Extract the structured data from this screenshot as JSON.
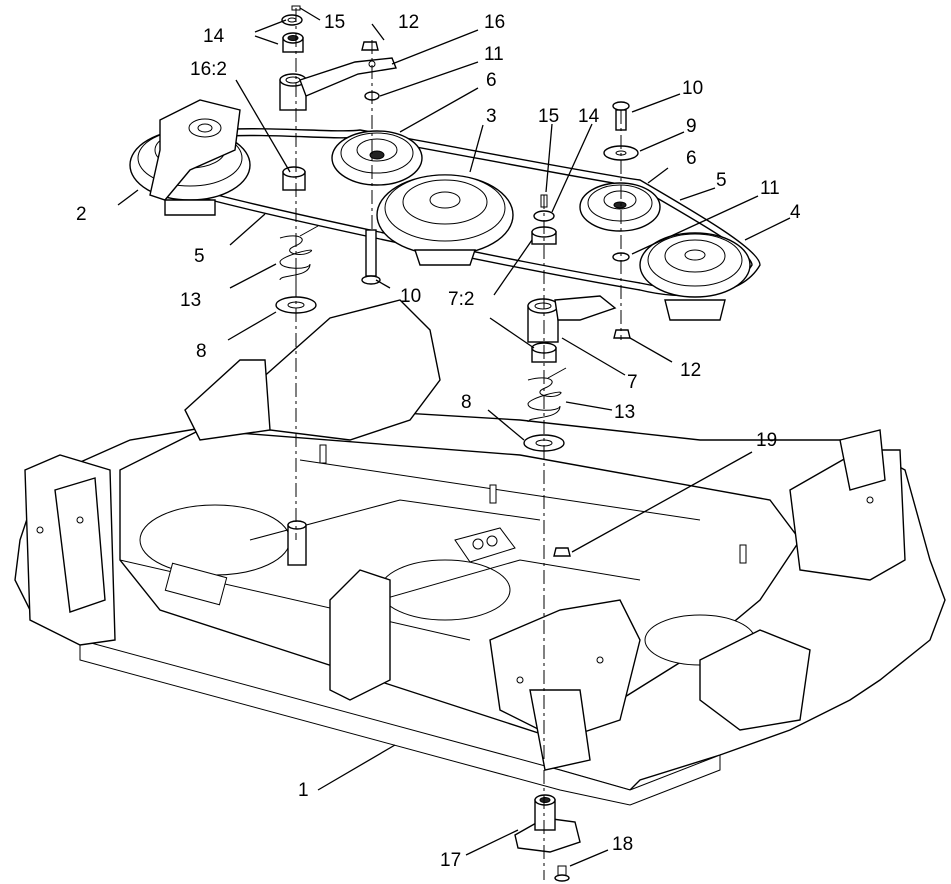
{
  "callouts": [
    {
      "id": "c1",
      "text": "1"
    },
    {
      "id": "c2",
      "text": "2"
    },
    {
      "id": "c3",
      "text": "3"
    },
    {
      "id": "c4",
      "text": "4"
    },
    {
      "id": "c5a",
      "text": "5"
    },
    {
      "id": "c5b",
      "text": "5"
    },
    {
      "id": "c6a",
      "text": "6"
    },
    {
      "id": "c6b",
      "text": "6"
    },
    {
      "id": "c7",
      "text": "7"
    },
    {
      "id": "c72",
      "text": "7:2"
    },
    {
      "id": "c8a",
      "text": "8"
    },
    {
      "id": "c8b",
      "text": "8"
    },
    {
      "id": "c9",
      "text": "9"
    },
    {
      "id": "c10a",
      "text": "10"
    },
    {
      "id": "c10b",
      "text": "10"
    },
    {
      "id": "c11a",
      "text": "11"
    },
    {
      "id": "c11b",
      "text": "11"
    },
    {
      "id": "c12a",
      "text": "12"
    },
    {
      "id": "c12b",
      "text": "12"
    },
    {
      "id": "c13a",
      "text": "13"
    },
    {
      "id": "c13b",
      "text": "13"
    },
    {
      "id": "c14a",
      "text": "14"
    },
    {
      "id": "c14b",
      "text": "14"
    },
    {
      "id": "c15a",
      "text": "15"
    },
    {
      "id": "c15b",
      "text": "15"
    },
    {
      "id": "c16",
      "text": "16"
    },
    {
      "id": "c162",
      "text": "16:2"
    },
    {
      "id": "c17",
      "text": "17"
    },
    {
      "id": "c18",
      "text": "18"
    },
    {
      "id": "c19",
      "text": "19"
    }
  ]
}
